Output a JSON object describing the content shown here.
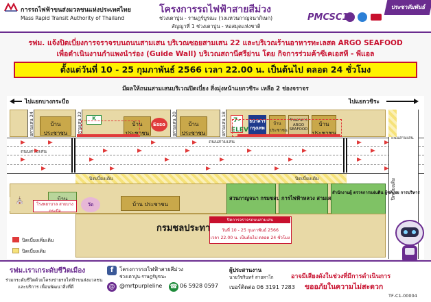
{
  "header": {
    "org_th": "การรถไฟฟ้าขนส่งมวลชนแห่งประเทศไทย",
    "org_en": "Mass Rapid Transit Authority of Thailand",
    "project_title": "โครงการรถไฟฟ้าสายสีม่วง",
    "project_sub1": "ช่วงเตาปูน - ราษฎร์บูรณะ (วงแหวนกาญจนาภิเษก)",
    "project_sub2": "สัญญาที่ 1 ช่วงเตาปูน - หอสมุดแห่งชาติ",
    "consultant": "PMCSC1",
    "banner": "ประชาสัมพันธ์"
  },
  "announcement": {
    "line1": "รฟม. แจ้งปิดเบี่ยงการจราจรบนถนนสามเสน บริเวณซอยสามเสน 22 และบริเวณร้านอาหารทะเลสด ARGO SEAFOOD",
    "line2": "เพื่อดำเนินงานกำแพงนำร่อง (Guide Wall) บริเวณสถานีศรีย่าน โดย กิจการร่วมค้าซีเคเอสที - พีแอล",
    "date": "ตั้งแต่วันที่ 10 - 25 กุมภาพันธ์ 2566 เวลา 22.00 น. เป็นต้นไป ตลอด 24 ชั่วโมง",
    "note": "มีผลให้ถนนสามเสนบริเวณปิดเบี่ยง สิ่งมุ่งหน้าแยกวชิระ เหลือ 2 ช่องจราจร"
  },
  "map": {
    "dir_left": "ไปแยกบางกระบือ",
    "dir_right": "ไปแยกวชิระ",
    "road_top": "ถนนสามเสน",
    "road_bottom": "ถนนสามเสน",
    "right_road": "ถนนสามเสน",
    "soi24": "ซอยสามเสน 24",
    "soi22": "ซอยสามเสน 22",
    "soi20": "ซอยสามเสน 20",
    "soi18": "ซอยสามเสน 18",
    "soi_right": "ซอยสามเสน",
    "house1": "บ้าน ประชาชน",
    "house2": "บ้าน ประชาชน",
    "house3": "บ้าน ประชาชน",
    "house4": "บ้าน ประชาชน",
    "house5": "บ้าน ประชาชน",
    "house6": "บ้าน ประชาชน",
    "bank": "ธนาคาร กรุงเทพ",
    "argo": "ร้านอาหาร ARGO SEAFOOD",
    "esso": "Esso",
    "seven": "7-ELEVEN",
    "reroute_top": "ปิดเบี่ยงเดิม",
    "reroute_bottom": "ปิดเบี่ยงเดิม",
    "reroute_right": "ปิดเบี่ยงเดิม",
    "hospital": "โรงพยาบาล สายบางกระบือ",
    "temple": "วัด",
    "park": "สวนกาญจนา กรมชลประทาน",
    "court": "การไฟฟ้าหลวง สามเสน",
    "office": "สำนักงานผู้ ตรวจการแผ่นดิน ผู้ชดเชย การบริหาร",
    "irrigation": "กรมชลประทาน",
    "legend_closed": "ปิดเบี่ยงเพิ่มเติม",
    "legend_existing": "ปิดเบี่ยงเดิม",
    "popup_title": "ปิดการจราจรถนนสามเสน",
    "popup_l1": "วันที่ 10 - 25 กุมภาพันธ์ 2566",
    "popup_l2": "เวลา 22.00 น. เป็นต้นไป ตลอด 24 ชั่วโมง"
  },
  "footer": {
    "slogan": "รฟม.เราเกระดับชีวิตเมือง",
    "slogan_small1": "ร่วมกระดับชีวิตด้วยโครงข่ายรถไฟฟ้าขนส่งมวลชน",
    "slogan_small2": "และบริการ เพื่อนพัฒนาสิ่งที่ดี",
    "fb": "โครงการรถไฟฟ้าสายสีม่วง",
    "fb_sub": "ช่วงเตาปูน-ราษฎร์บูรณะ",
    "ig": "@mrtpurpleline",
    "phone1": "06 5928 0597",
    "contact_title": "ผู้ประสานงาน",
    "contact_name": "นายวัชรินทร์ สายทาโก",
    "contact_phone": "เบอร์ติดต่อ 06 3191 7283",
    "apology1": "อาจมีเสียงดังในช่วงที่มีการดำเนินการ",
    "apology2": "ขออภัยในความไม่สะดวก",
    "code": "TF-C1-00004"
  },
  "colors": {
    "purple": "#6a2c8f",
    "red": "#c8102e",
    "yellow": "#fff200",
    "block": "#e8d9a6",
    "building": "#c9a84a"
  }
}
